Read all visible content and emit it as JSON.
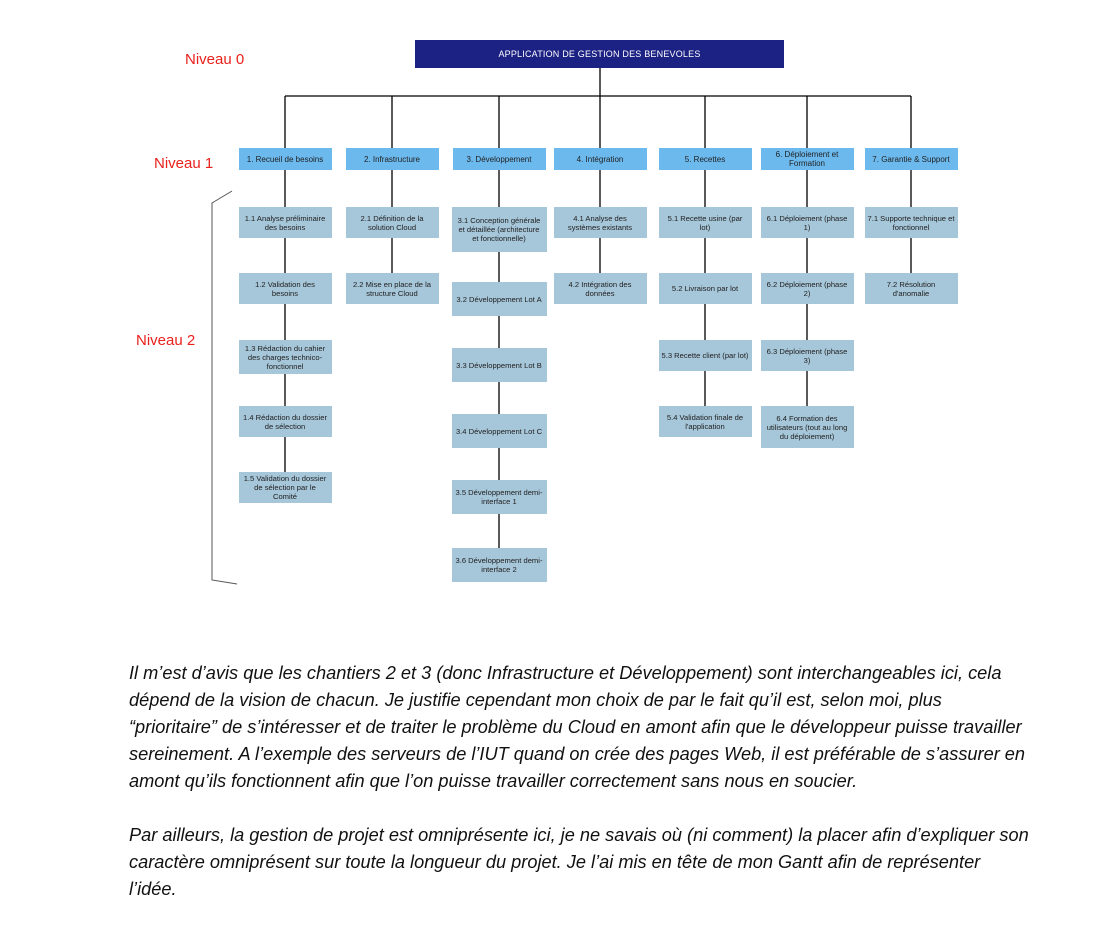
{
  "diagram": {
    "levels": [
      "Niveau 0",
      "Niveau 1",
      "Niveau 2"
    ],
    "root": "APPLICATION DE GESTION DES BENEVOLES",
    "branches": [
      {
        "label": "1. Recueil de besoins",
        "children": [
          "1.1 Analyse préliminaire des besoins",
          "1.2 Validation des besoins",
          "1.3 Rédaction du cahier des charges technico-fonctionnel",
          "1.4 Rédaction du dossier de sélection",
          "1.5 Validation du dossier de sélection par le Comité"
        ]
      },
      {
        "label": "2. Infrastructure",
        "children": [
          "2.1 Définition de la solution Cloud",
          "2.2 Mise en place de la structure Cloud"
        ]
      },
      {
        "label": "3. Développement",
        "children": [
          "3.1 Conception générale et détaillée (architecture et fonctionnelle)",
          "3.2 Développement Lot A",
          "3.3 Développement Lot B",
          "3.4 Développement Lot C",
          "3.5 Développement demi-interface 1",
          "3.6 Développement demi-interface 2"
        ]
      },
      {
        "label": "4. Intégration",
        "children": [
          "4.1 Analyse des systèmes existants",
          "4.2 Intégration des données"
        ]
      },
      {
        "label": "5. Recettes",
        "children": [
          "5.1 Recette usine (par lot)",
          "5.2 Livraison par lot",
          "5.3 Recette client (par lot)",
          "5.4 Validation finale de l'application"
        ]
      },
      {
        "label": "6. Déploiement et Formation",
        "children": [
          "6.1 Déploiement (phase 1)",
          "6.2 Déploiement (phase 2)",
          "6.3 Déploiement (phase 3)",
          "6.4 Formation des utilisateurs (tout au long du déploiement)"
        ]
      },
      {
        "label": "7. Garantie & Support",
        "children": [
          "7.1 Supporte technique et fonctionnel",
          "7.2 Résolution d'anomalie"
        ]
      }
    ]
  },
  "text": {
    "paragraph1": "Il m’est d’avis que les chantiers 2 et 3 (donc Infrastructure et Développement) sont interchangeables ici, cela dépend de la vision de chacun. Je justifie cependant mon choix de par le fait qu’il est, selon moi, plus “prioritaire” de s’intéresser et de traiter le problème du Cloud en amont afin que le développeur puisse travailler sereinement. A l’exemple des serveurs de l’IUT quand on crée des pages Web, il est préférable de s’assurer en amont qu’ils fonctionnent afin que l’on puisse travailler correctement sans nous en soucier.",
    "paragraph2": "Par ailleurs, la gestion de projet est omniprésente ici, je ne savais où (ni comment) la placer afin d’expliquer son caractère omniprésent sur toute la longueur du projet. Je l’ai mis en tête de mon Gantt afin de représenter l’idée."
  },
  "colors": {
    "root": "#1c2184",
    "level1": "#6cb9ee",
    "level2": "#a6c6d9",
    "level_label": "#e8211c",
    "connector": "#000000"
  }
}
